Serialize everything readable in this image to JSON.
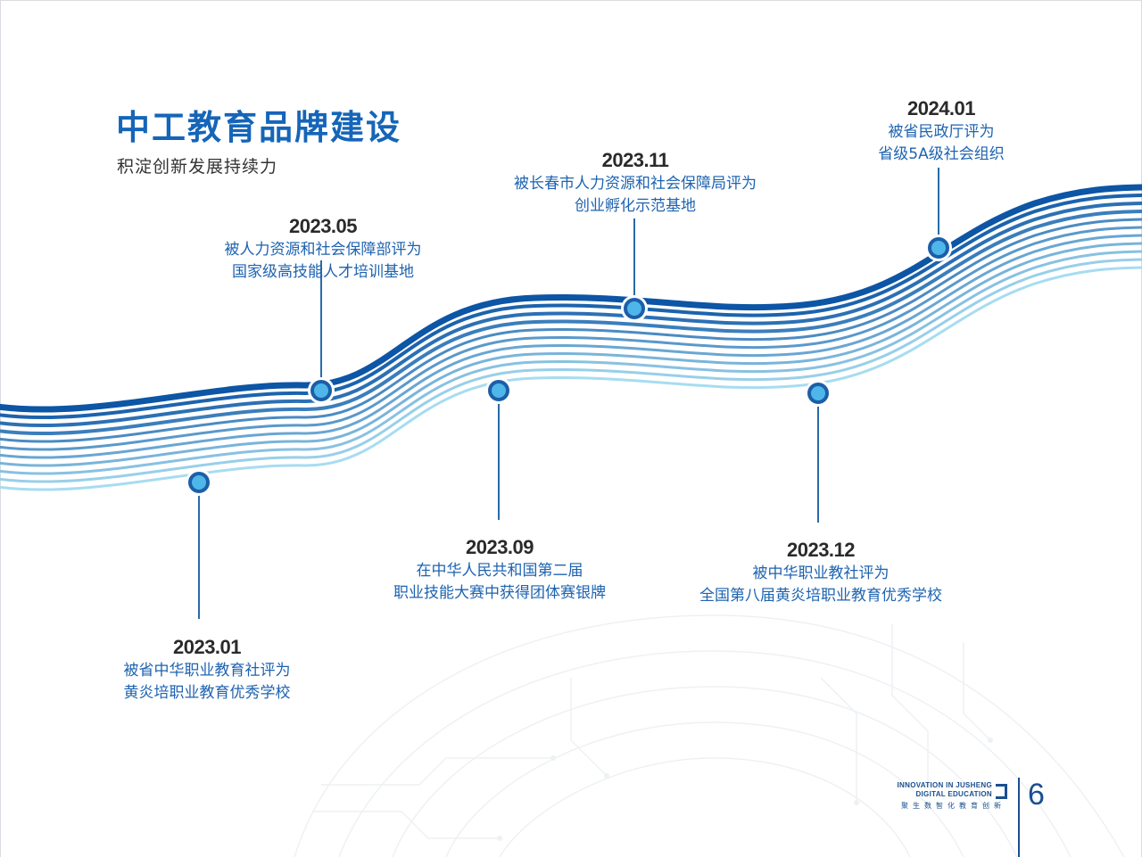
{
  "header": {
    "title": "中工教育品牌建设",
    "subtitle": "积淀创新发展持续力"
  },
  "timeline": [
    {
      "date": "2023.01",
      "lines": [
        "被省中华职业教育社评为",
        "黄炎培职业教育优秀学校"
      ]
    },
    {
      "date": "2023.05",
      "lines": [
        "被人力资源和社会保障部评为",
        "国家级高技能人才培训基地"
      ]
    },
    {
      "date": "2023.09",
      "lines": [
        "在中华人民共和国第二届",
        "职业技能大赛中获得团体赛银牌"
      ]
    },
    {
      "date": "2023.11",
      "lines": [
        "被长春市人力资源和社会保障局评为",
        "创业孵化示范基地"
      ]
    },
    {
      "date": "2023.12",
      "lines": [
        "被中华职业教社评为",
        "全国第八届黄炎培职业教育优秀学校"
      ]
    },
    {
      "date": "2024.01",
      "lines": [
        "被省民政厅评为",
        "省级5A级社会组织"
      ]
    }
  ],
  "footer": {
    "brand_line1": "INNOVATION IN JUSHENG",
    "brand_line2": "DIGITAL EDUCATION",
    "brand_cn": "聚生数智化教育创新",
    "page_number": "6"
  },
  "colors": {
    "title_blue": "#1565b8",
    "wave_dark": "#0d55a5",
    "wave_light": "#a7dcf1",
    "text_blue": "#1e63b0"
  }
}
